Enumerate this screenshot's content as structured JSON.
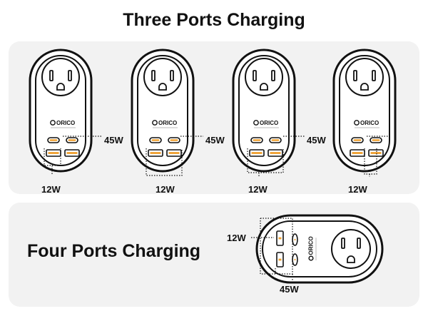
{
  "heading_top": "Three Ports Charging",
  "heading_bottom": "Four Ports Charging",
  "brand": "ORICO",
  "labels": {
    "low_watt": "12W",
    "high_watt": "45W"
  },
  "colors": {
    "port_orange": "#f0a030",
    "outline": "#111111",
    "panel": "#f2f2f2"
  },
  "devices_top": [
    {
      "name": "config-1"
    },
    {
      "name": "config-2"
    },
    {
      "name": "config-3"
    },
    {
      "name": "config-4"
    }
  ]
}
